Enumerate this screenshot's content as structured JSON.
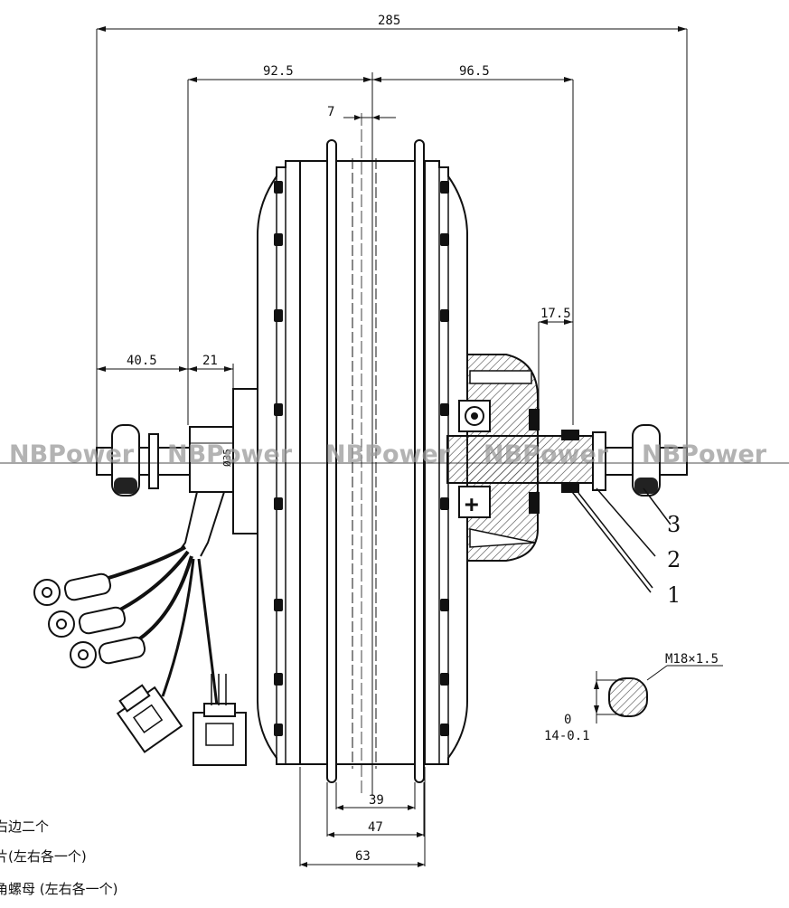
{
  "dimensions": {
    "overall": "285",
    "left_half": "92.5",
    "right_half": "96.5",
    "offset": "7",
    "right_shaft": "17.5",
    "left_shaft": "40.5",
    "left_step": "21",
    "cable_dia": "Ø35",
    "inner_39": "39",
    "inner_47": "47",
    "inner_63": "63",
    "thread": "M18×1.5",
    "flat_top": "0",
    "flat_bottom": "14-0.1"
  },
  "callouts": [
    "3",
    "2",
    "1"
  ],
  "watermark": "NBPower",
  "notes": [
    "右边二个",
    "片(左右各一个)",
    "角螺母 (左右各一个)"
  ]
}
